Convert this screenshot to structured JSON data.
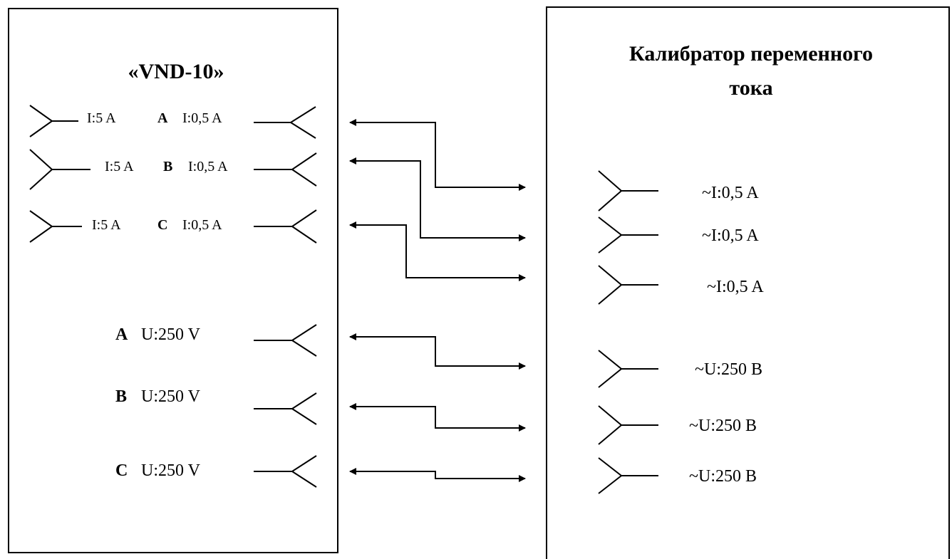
{
  "device": {
    "title": "«VND-10»",
    "current_rows": [
      {
        "left": "I:5 A",
        "phase": "A",
        "right": "I:0,5 A"
      },
      {
        "left": "I:5 A",
        "phase": "B",
        "right": "I:0,5 A"
      },
      {
        "left": "I:5 A",
        "phase": "C",
        "right": "I:0,5 A"
      }
    ],
    "voltage_rows": [
      {
        "phase": "A",
        "label": "U:250 V"
      },
      {
        "phase": "B",
        "label": "U:250 V"
      },
      {
        "phase": "C",
        "label": "U:250 V"
      }
    ]
  },
  "calibrator": {
    "title_line1": "Калибратор переменного",
    "title_line2": "тока",
    "current_outputs": [
      "~I:0,5 A",
      "~I:0,5 A",
      "~I:0,5 A"
    ],
    "voltage_outputs": [
      "~U:250 В",
      "~U:250 В",
      "~U:250 В"
    ]
  }
}
